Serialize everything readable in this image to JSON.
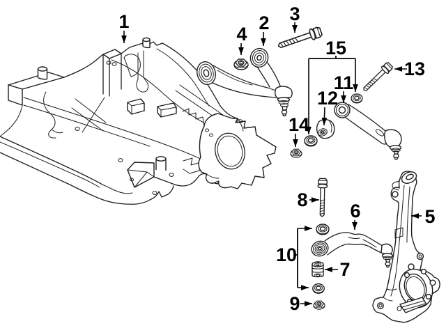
{
  "diagram": {
    "type": "exploded-parts-diagram",
    "background_color": "#ffffff",
    "line_color": "#1d1d1b",
    "label_color": "#000000",
    "callouts": [
      {
        "number": "1"
      },
      {
        "number": "2"
      },
      {
        "number": "3"
      },
      {
        "number": "4"
      },
      {
        "number": "5"
      },
      {
        "number": "6"
      },
      {
        "number": "7"
      },
      {
        "number": "8"
      },
      {
        "number": "9"
      },
      {
        "number": "10"
      },
      {
        "number": "11"
      },
      {
        "number": "12"
      },
      {
        "number": "13"
      },
      {
        "number": "14"
      },
      {
        "number": "15"
      }
    ]
  }
}
